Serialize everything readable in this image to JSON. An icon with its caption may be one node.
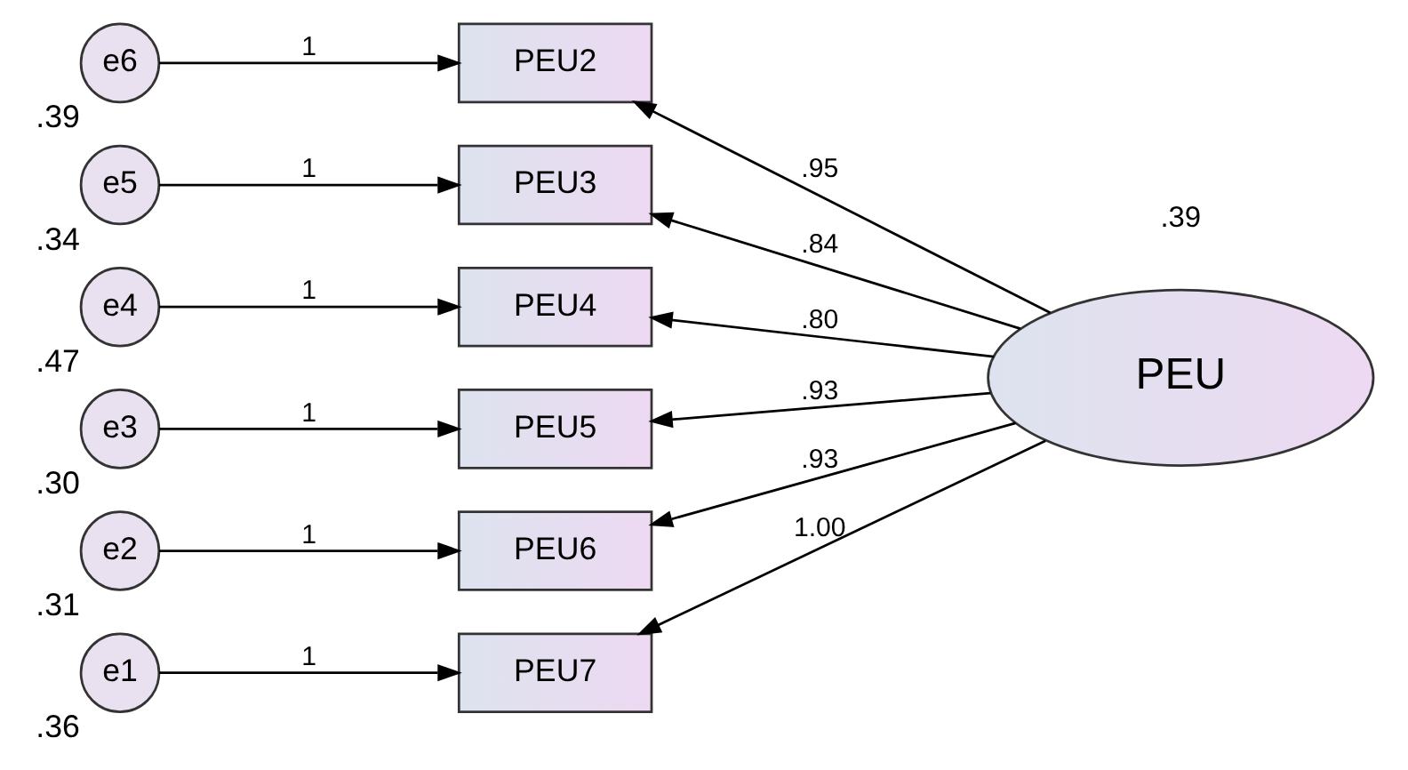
{
  "diagram": {
    "nodes": [
      {
        "text": [
          "e6"
        ],
        "beside": [
          ".39"
        ]
      },
      {
        "text": [
          "e5"
        ],
        "beside": [
          ".34"
        ]
      },
      {
        "text": [
          "e4"
        ],
        "beside": [
          ".47"
        ]
      },
      {
        "text": [
          "e3"
        ],
        "beside": [
          ".30"
        ]
      },
      {
        "text": [
          "e2"
        ],
        "beside": [
          ".31"
        ]
      },
      {
        "text": [
          "e1"
        ],
        "beside": [
          ".36"
        ]
      },
      {
        "text": [
          "PEU2"
        ]
      },
      {
        "text": [
          "PEU3"
        ]
      },
      {
        "text": [
          "PEU4"
        ]
      },
      {
        "text": [
          "PEU5"
        ]
      },
      {
        "text": [
          "PEU6"
        ]
      },
      {
        "text": [
          "PEU7"
        ]
      },
      {
        "text": [
          "PEU"
        ],
        "beside": [
          ".39"
        ]
      }
    ],
    "edges": [
      {
        "from": 0,
        "to": 6,
        "arrow": "to",
        "label": "1"
      },
      {
        "from": 1,
        "to": 7,
        "arrow": "to",
        "label": "1"
      },
      {
        "from": 2,
        "to": 8,
        "arrow": "to",
        "label": "1"
      },
      {
        "from": 3,
        "to": 9,
        "arrow": "to",
        "label": "1"
      },
      {
        "from": 4,
        "to": 10,
        "arrow": "to",
        "label": "1"
      },
      {
        "from": 5,
        "to": 11,
        "arrow": "to",
        "label": "1"
      },
      {
        "from": 12,
        "to": 6,
        "arrow": "to",
        "label": ".95"
      },
      {
        "from": 12,
        "to": 7,
        "arrow": "to",
        "label": ".84"
      },
      {
        "from": 12,
        "to": 8,
        "arrow": "to",
        "label": ".80"
      },
      {
        "from": 12,
        "to": 9,
        "arrow": "to",
        "label": ".93"
      },
      {
        "from": 12,
        "to": 10,
        "arrow": "to",
        "label": ".93"
      },
      {
        "from": 12,
        "to": 11,
        "arrow": "to",
        "label": "1.00"
      }
    ]
  }
}
